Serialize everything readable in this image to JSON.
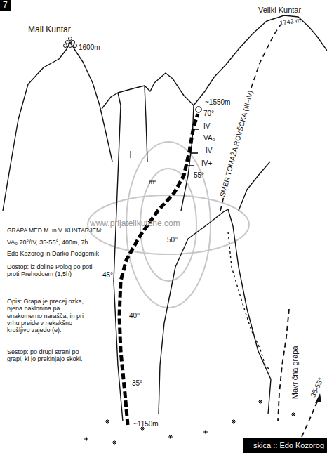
{
  "diagram": {
    "labels": [
      "7",
      "Mali Kuntar",
      "1600m",
      "Veliki Kuntar",
      "1742 m",
      "~1550m",
      "70°",
      "IV",
      "VA₀",
      "IV",
      "IV+",
      "55°",
      "SMER TOMAŽA ROVŠČKA (III–IV)",
      "www.prijatelikutene.com",
      "50°",
      "45°",
      "40°",
      "35°",
      "~1150m",
      "GRAPA MED M. in V. KUNTARJEM:",
      "VA₀ 70°/IV, 35-55°, 400m, 7h",
      "Edo Kozorog in Darko Podgornik",
      "Dostop: iz doline Polog po poti proti Prehodcem (1,5h)",
      "Opis: Grapa je precej ozka, njena naklonina pa enakomerno narašča, in pri vrhu preide v nekakšno krušljivo zajedo (e).",
      "Sestop: po drugi strani po grapi, ki jo prekinjajo skoki.",
      "Mavrična grapa",
      "35-55°",
      "skica :: Edo Kozorog"
    ]
  }
}
